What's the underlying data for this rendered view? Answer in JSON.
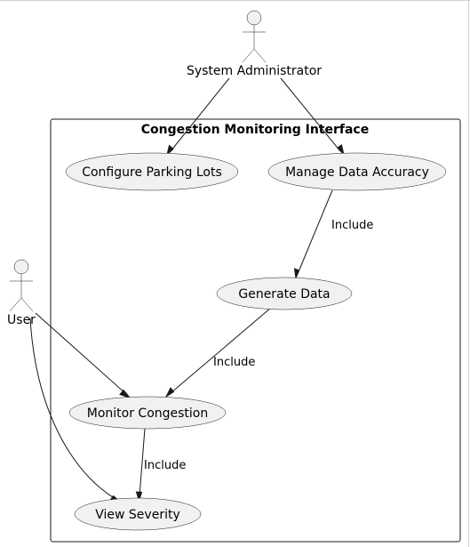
{
  "boundary": {
    "title": "Congestion Monitoring Interface"
  },
  "actors": {
    "admin": {
      "label": "System Administrator"
    },
    "user": {
      "label": "User"
    }
  },
  "usecases": {
    "configure_parking_lots": "Configure Parking Lots",
    "manage_data_accuracy": "Manage Data Accuracy",
    "generate_data": "Generate Data",
    "monitor_congestion": "Monitor Congestion",
    "view_severity": "View Severity"
  },
  "edges": {
    "mda_to_gd": "Include",
    "gd_to_mc": "Include",
    "mc_to_vs": "Include"
  },
  "colors": {
    "usecase_fill": "#f1f1f1",
    "line": "#181818"
  }
}
